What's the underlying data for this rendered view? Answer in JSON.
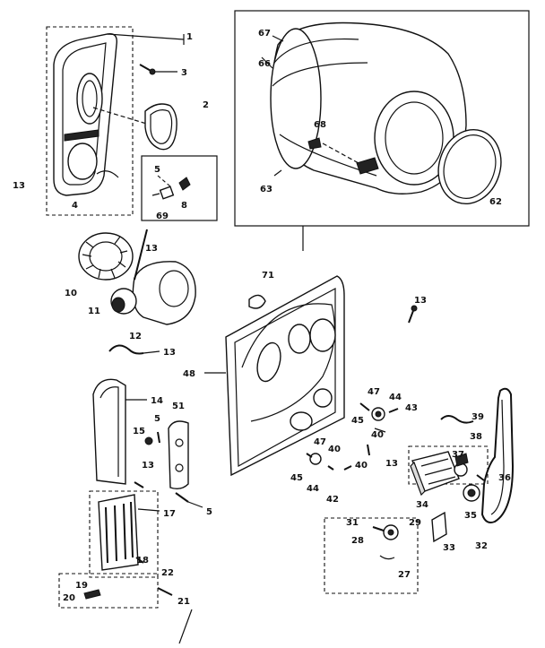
{
  "callouts": [
    {
      "id": "c1",
      "text": "1"
    },
    {
      "id": "c2",
      "text": "2"
    },
    {
      "id": "c3",
      "text": "3"
    },
    {
      "id": "c4",
      "text": "4"
    },
    {
      "id": "c5a",
      "text": "5"
    },
    {
      "id": "c8",
      "text": "8"
    },
    {
      "id": "c69",
      "text": "69"
    },
    {
      "id": "c13a",
      "text": "13"
    },
    {
      "id": "c67",
      "text": "67"
    },
    {
      "id": "c66",
      "text": "66"
    },
    {
      "id": "c68",
      "text": "68"
    },
    {
      "id": "c63",
      "text": "63"
    },
    {
      "id": "c62",
      "text": "62"
    },
    {
      "id": "c10",
      "text": "10"
    },
    {
      "id": "c13b",
      "text": "13"
    },
    {
      "id": "c11",
      "text": "11"
    },
    {
      "id": "c12",
      "text": "12"
    },
    {
      "id": "c13c",
      "text": "13"
    },
    {
      "id": "c71",
      "text": "71"
    },
    {
      "id": "c13d",
      "text": "13"
    },
    {
      "id": "c48",
      "text": "48"
    },
    {
      "id": "c14",
      "text": "14"
    },
    {
      "id": "c51",
      "text": "51"
    },
    {
      "id": "c15",
      "text": "15"
    },
    {
      "id": "c5b",
      "text": "5"
    },
    {
      "id": "c13e",
      "text": "13"
    },
    {
      "id": "c5c",
      "text": "5"
    },
    {
      "id": "c17",
      "text": "17"
    },
    {
      "id": "c18",
      "text": "18"
    },
    {
      "id": "c22",
      "text": "22"
    },
    {
      "id": "c19",
      "text": "19"
    },
    {
      "id": "c20",
      "text": "20"
    },
    {
      "id": "c21",
      "text": "21"
    },
    {
      "id": "c47a",
      "text": "47"
    },
    {
      "id": "c44a",
      "text": "44"
    },
    {
      "id": "c43",
      "text": "43"
    },
    {
      "id": "c45a",
      "text": "45"
    },
    {
      "id": "c40a",
      "text": "40"
    },
    {
      "id": "c39",
      "text": "39"
    },
    {
      "id": "c38",
      "text": "38"
    },
    {
      "id": "c47b",
      "text": "47"
    },
    {
      "id": "c40b",
      "text": "40"
    },
    {
      "id": "c45b",
      "text": "45"
    },
    {
      "id": "c44b",
      "text": "44"
    },
    {
      "id": "c42",
      "text": "42"
    },
    {
      "id": "c40c",
      "text": "40"
    },
    {
      "id": "c13f",
      "text": "13"
    },
    {
      "id": "c37",
      "text": "37"
    },
    {
      "id": "c36",
      "text": "36"
    },
    {
      "id": "c34",
      "text": "34"
    },
    {
      "id": "c35",
      "text": "35"
    },
    {
      "id": "c31",
      "text": "31"
    },
    {
      "id": "c29",
      "text": "29"
    },
    {
      "id": "c28",
      "text": "28"
    },
    {
      "id": "c33",
      "text": "33"
    },
    {
      "id": "c32",
      "text": "32"
    },
    {
      "id": "c27",
      "text": "27"
    }
  ]
}
